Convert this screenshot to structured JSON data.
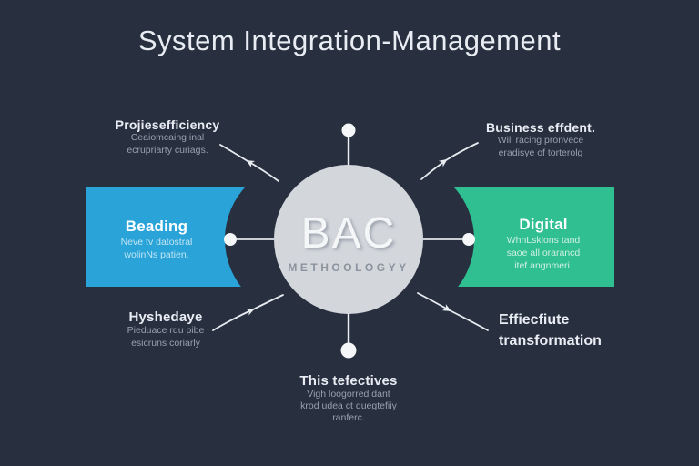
{
  "title": "System Integration-Management",
  "colors": {
    "background": "#283040",
    "accent_blue": "#2aa4d8",
    "accent_green": "#2fbf90",
    "circle_gray": "#d3d6db",
    "line_white": "#eef1f4"
  },
  "center": {
    "acronym": "BAC",
    "subtitle": "METHOOLOGYY"
  },
  "nodes": {
    "top_left": {
      "heading": "Projiesefficiency",
      "lines": [
        "Ceaiomcaing inal",
        "ecrupriarty curiags."
      ]
    },
    "top_right": {
      "heading": "Business effdent.",
      "lines": [
        "Will racing pronvece",
        "eradisye of torterolg"
      ]
    },
    "left_box": {
      "heading": "Beading",
      "lines": [
        "Neve tv datostral",
        "wolinNs patien."
      ]
    },
    "right_box": {
      "heading": "Digital",
      "lines": [
        "WhnLsklons tand",
        "saoe all orarancd",
        "itef angnmeri."
      ]
    },
    "bottom_left": {
      "heading": "Hyshedaye",
      "lines": [
        "Pieduace rdu pibe",
        "esicruns coriarly"
      ]
    },
    "bottom_right": {
      "heading_line1": "Effiecfiute",
      "heading_line2": "transformation"
    },
    "bottom_center": {
      "heading": "This tefectives",
      "lines": [
        "Vigh loogorred dant",
        "krod udea ct duegtefiiy",
        "ranferc."
      ]
    }
  }
}
